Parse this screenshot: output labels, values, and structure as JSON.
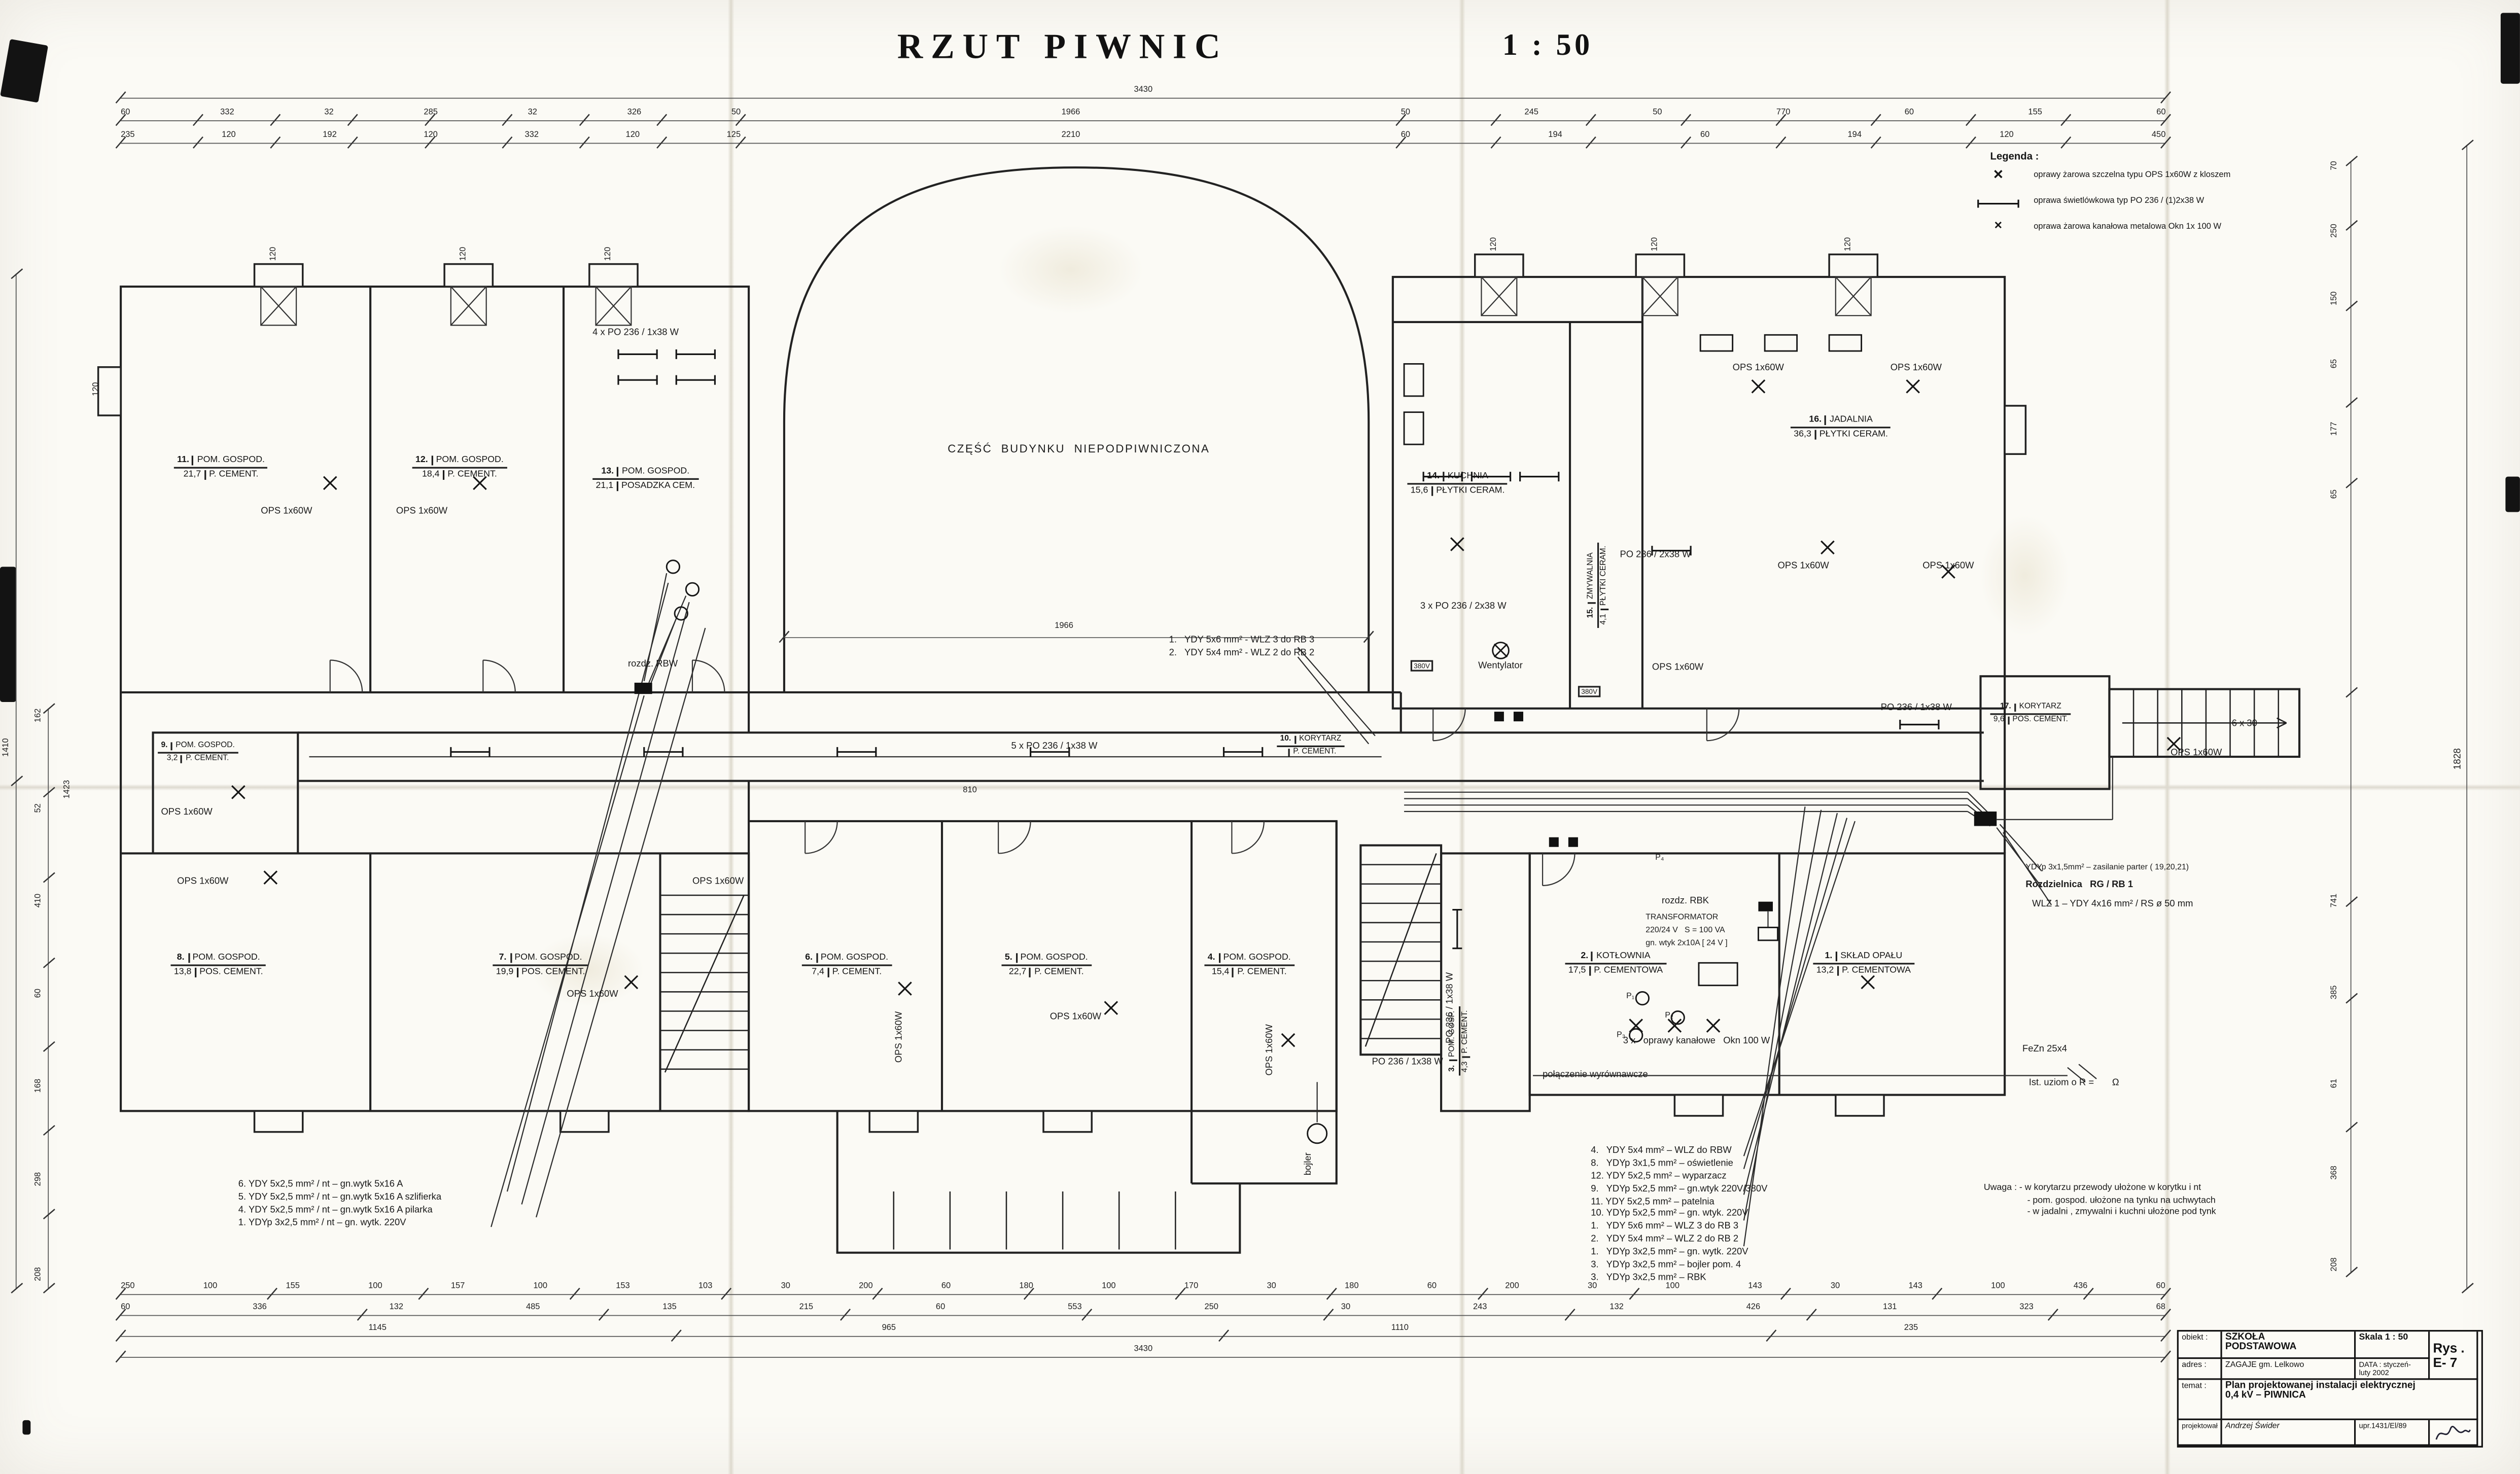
{
  "sheet": {
    "title": "RZUT  PIWNIC",
    "scale": "1 : 50"
  },
  "legend": {
    "heading": "Legenda :",
    "items": [
      {
        "symbol": "sealed-lamp-symbol",
        "label": "oprawy żarowa szczelna typu OPS 1x60W z kloszem"
      },
      {
        "symbol": "fluorescent-fixture-symbol",
        "label": "oprawa świetlówkowa typ PO 236 / (1)2x38 W"
      },
      {
        "symbol": "channel-lamp-symbol",
        "label": "oprawa żarowa kanałowa metalowa Okn 1x 100 W"
      }
    ]
  },
  "central_label": "CZĘŚĆ  BUDYNKU  NIEPODPIWNICZONA",
  "rooms": [
    {
      "num": "11.",
      "name": "POM. GOSPOD.",
      "area": "21,7",
      "floor": "P. CEMENT."
    },
    {
      "num": "12.",
      "name": "POM. GOSPOD.",
      "area": "18,4",
      "floor": "P. CEMENT."
    },
    {
      "num": "13.",
      "name": "POM. GOSPOD.",
      "area": "21,1",
      "floor": "POSADZKA CEM."
    },
    {
      "num": "14.",
      "name": "KUCHNIA",
      "area": "15,6",
      "floor": "PŁYTKI CERAM."
    },
    {
      "num": "15.",
      "name": "ZMYWALNIA",
      "area": "4,1",
      "floor": "PŁYTKI CERAM."
    },
    {
      "num": "16.",
      "name": "JADALNIA",
      "area": "36,3",
      "floor": "PŁYTKI CERAM."
    },
    {
      "num": "17.",
      "name": "KORYTARZ",
      "area": "9,6",
      "floor": "POS. CEMENT."
    },
    {
      "num": "9.",
      "name": "POM. GOSPOD.",
      "area": "3,2",
      "floor": "P. CEMENT."
    },
    {
      "num": "10.",
      "name": "KORYTARZ",
      "area": "",
      "floor": "P. CEMENT."
    },
    {
      "num": "8.",
      "name": "POM. GOSPOD.",
      "area": "13,8",
      "floor": "POS. CEMENT."
    },
    {
      "num": "7.",
      "name": "POM. GOSPOD.",
      "area": "19,9",
      "floor": "POS. CEMENT."
    },
    {
      "num": "6.",
      "name": "POM. GOSPOD.",
      "area": "7,4",
      "floor": "P. CEMENT."
    },
    {
      "num": "5.",
      "name": "POM. GOSPOD.",
      "area": "22,7",
      "floor": "P. CEMENT."
    },
    {
      "num": "4.",
      "name": "POM. GOSPOD.",
      "area": "15,4",
      "floor": "P. CEMENT."
    },
    {
      "num": "3.",
      "name": "POM. GOSP.",
      "area": "4,3",
      "floor": "P. CEMENT."
    },
    {
      "num": "2.",
      "name": "KOTŁOWNIA",
      "area": "17,5",
      "floor": "P. CEMENTOWA"
    },
    {
      "num": "1.",
      "name": "SKŁAD OPAŁU",
      "area": "13,2",
      "floor": "P. CEMENTOWA"
    }
  ],
  "annotations": {
    "fixt13": "4 x PO 236 / 1x38 W",
    "ops": "OPS 1x60W",
    "rozdz_rbw": "rozdz. RBW",
    "wlz3": "1.   YDY 5x6 mm² - WLZ 3 do RB 3",
    "wlz2": "2.   YDY 5x4 mm² - WLZ 2 do RB 2",
    "corr5po": "5 x PO 236 / 1x38 W",
    "kitchen3po": "3 x PO 236 / 2x38 W",
    "jadpo": "PO 236 / 2x38 W",
    "po1x38": "PO 236 / 1x38 W",
    "wentylator": "Wentylator",
    "v380": "380V",
    "rozdz_rbk": "rozdz. RBK",
    "trafo1": "TRANSFORMATOR",
    "trafo2": "220/24 V   S = 100 VA",
    "trafo3": "gn. wtyk 2x10A [ 24 V ]",
    "rg_feed": "YDYp 3x1,5mm² – zasilanie parter ( 19,20,21)",
    "rg_rb1": "Rozdzielnica   RG / RB 1",
    "wlz1": "WLZ 1 – YDY 4x16 mm² / RS ø 50 mm",
    "kanalowe": "3 x   oprawy kanałowe   Okn 100 W",
    "wyrown": "połączenie wyrównawcze",
    "fezn": "FeZn 25x4",
    "uziom": "Ist. uziom o R =       Ω",
    "bojler": "bojler",
    "steps": "6 x 30",
    "p1": "P₁",
    "p2": "P₂",
    "p3": "P₃",
    "p4": "P₄",
    "d120": "120",
    "i1966": "1966",
    "i810": "810"
  },
  "notes_left": [
    "6. YDY 5x2,5 mm² / nt – gn.wytk 5x16 A",
    "5. YDY 5x2,5 mm² / nt – gn.wytk 5x16 A szlifierka",
    "4. YDY 5x2,5 mm² / nt – gn.wytk 5x16 A pilarka",
    "1. YDYp 3x2,5 mm² / nt – gn. wytk. 220V"
  ],
  "notes_right": [
    "4.   YDY 5x4 mm² – WLZ do RBW",
    "8.   YDYp 3x1,5 mm² – oświetlenie",
    "12. YDY 5x2,5 mm² – wyparzacz",
    "9.   YDYp 5x2,5 mm² – gn.wtyk 220V/380V",
    "11. YDY 5x2,5 mm² – patelnia",
    "10. YDYp 5x2,5 mm² – gn. wtyk. 220V",
    "1.   YDY 5x6 mm² – WLZ 3 do RB 3",
    "2.   YDY 5x4 mm² – WLZ 2 do RB 2",
    "1.   YDYp 3x2,5 mm² – gn. wytk. 220V",
    "3.   YDYp 3x2,5 mm² – bojler pom. 4",
    "3.   YDYp 3x2,5 mm² – RBK"
  ],
  "remark": {
    "line1": "Uwaga : - w korytarzu przewody ułożone w korytku i nt",
    "line2": "- pom. gospod. ułożone na tynku na uchwytach",
    "line3": "- w jadalni , zmywalni i kuchni ułożone pod tynk"
  },
  "dims": {
    "top0": [
      "3430"
    ],
    "topA_left": [
      "60",
      "332",
      "32",
      "285",
      "32",
      "326",
      "50"
    ],
    "topA_mid": [
      "1966"
    ],
    "topA_right": [
      "50",
      "245",
      "50",
      "770",
      "60",
      "155",
      "60"
    ],
    "topB_left": [
      "235",
      "120",
      "192",
      "120",
      "332",
      "120",
      "125"
    ],
    "topB_mid": [
      "2210"
    ],
    "topB_right": [
      "60",
      "194",
      "60",
      "194",
      "120",
      "450"
    ],
    "botC": [
      "250",
      "100",
      "155",
      "100",
      "157",
      "100",
      "153",
      "103",
      "30",
      "200",
      "60",
      "180",
      "100",
      "170",
      "30",
      "180",
      "60",
      "200",
      "30",
      "100",
      "143",
      "30",
      "143",
      "100",
      "436",
      "60"
    ],
    "botD": [
      "60",
      "336",
      "132",
      "485",
      "135",
      "215",
      "60",
      "553",
      "250",
      "30",
      "243",
      "132",
      "426",
      "131",
      "323",
      "68"
    ],
    "botE": [
      "1145",
      "965",
      "1110",
      "235"
    ],
    "botF": [
      "3430"
    ],
    "left_chain": [
      "162",
      "52",
      "410",
      "60",
      "168",
      "298",
      "208"
    ],
    "left_total1": "1410",
    "left_total2": "1423",
    "right_top": [
      "70",
      "250",
      "150",
      "65",
      "177",
      "65"
    ],
    "right_bottom": [
      "741",
      "385",
      "61",
      "368",
      "208"
    ],
    "right_total": "1828"
  },
  "titleblock": {
    "obiekt_label": "obiekt :",
    "obiekt1": "SZKOŁA",
    "obiekt2": "PODSTAWOWA",
    "skala": "Skala 1 : 50",
    "rys": "Rys . E- 7",
    "adres_label": "adres :",
    "adres": "ZAGAJE gm. Lelkowo",
    "data1": "DATA : styczeń-",
    "data2": "luty   2002",
    "temat_label": "temat :",
    "temat1": "Plan projektowanej instalacji elektrycznej",
    "temat2": "0,4 kV – PIWNICA",
    "proj_label": "projektował",
    "projektant": "Andrzej Świder",
    "upr": "upr.1431/El/89"
  }
}
